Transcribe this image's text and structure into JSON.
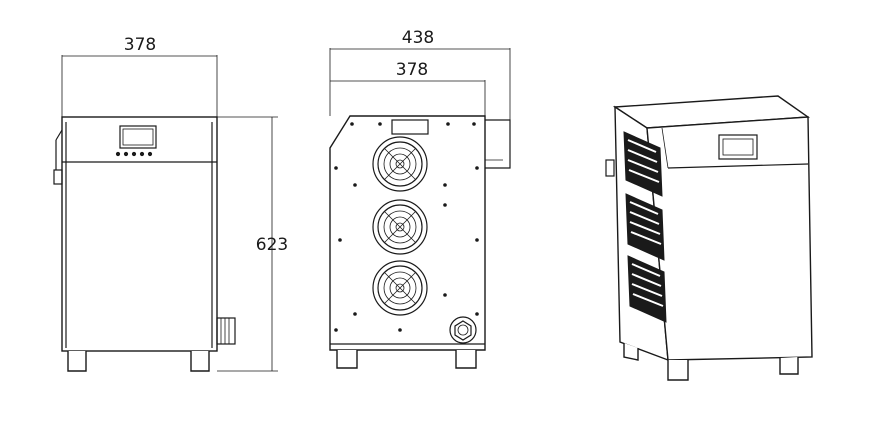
{
  "drawing": {
    "front_view": {
      "width_label": "378",
      "height_label": "623"
    },
    "side_view": {
      "overall_width_label": "438",
      "body_width_label": "378",
      "fan_count": 3
    },
    "iso_view": {
      "vent_panel_count": 3
    }
  }
}
